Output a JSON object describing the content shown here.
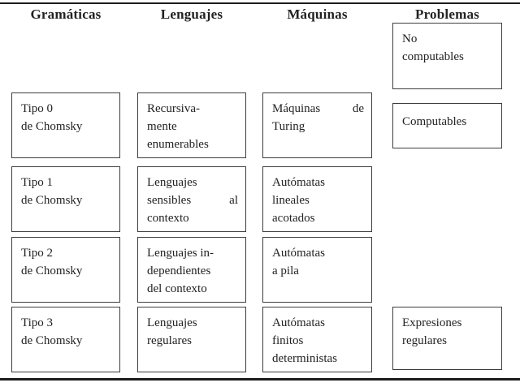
{
  "headers": {
    "gramaticas": "Gramáticas",
    "lenguajes": "Lenguajes",
    "maquinas": "Máquinas",
    "problemas": "Problemas"
  },
  "boxes": {
    "g0": {
      "lines": [
        "Tipo 0",
        "de Chomsky"
      ]
    },
    "g1": {
      "lines": [
        "Tipo 1",
        "de Chomsky"
      ]
    },
    "g2": {
      "lines": [
        "Tipo 2",
        "de Chomsky"
      ]
    },
    "g3": {
      "lines": [
        "Tipo 3",
        "de Chomsky"
      ]
    },
    "l0": {
      "lines": [
        "Recursiva-",
        "mente",
        "enumerables"
      ]
    },
    "l1": {
      "lines": [
        "Lenguajes",
        "sensibles al",
        "contexto"
      ]
    },
    "l2": {
      "lines": [
        "Lenguajes in-",
        "dependientes",
        "del contexto"
      ]
    },
    "l3": {
      "lines": [
        "Lenguajes",
        "regulares"
      ]
    },
    "m0": {
      "lines": [
        "Máquinas de",
        "Turing"
      ]
    },
    "m1": {
      "lines": [
        "Autómatas",
        "lineales",
        "acotados"
      ]
    },
    "m2": {
      "lines": [
        "Autómatas",
        "a pila"
      ]
    },
    "m3": {
      "lines": [
        "Autómatas",
        "finitos",
        "deterministas"
      ]
    },
    "p0": {
      "lines": [
        "No",
        "computables"
      ]
    },
    "p1": {
      "lines": [
        "Computables"
      ]
    },
    "p3": {
      "lines": [
        "Expresiones",
        "regulares"
      ]
    }
  },
  "colors": {
    "background": "#ffffff",
    "text": "#222222",
    "box_border": "#3d3d3d",
    "rule": "#1c1c1c"
  }
}
